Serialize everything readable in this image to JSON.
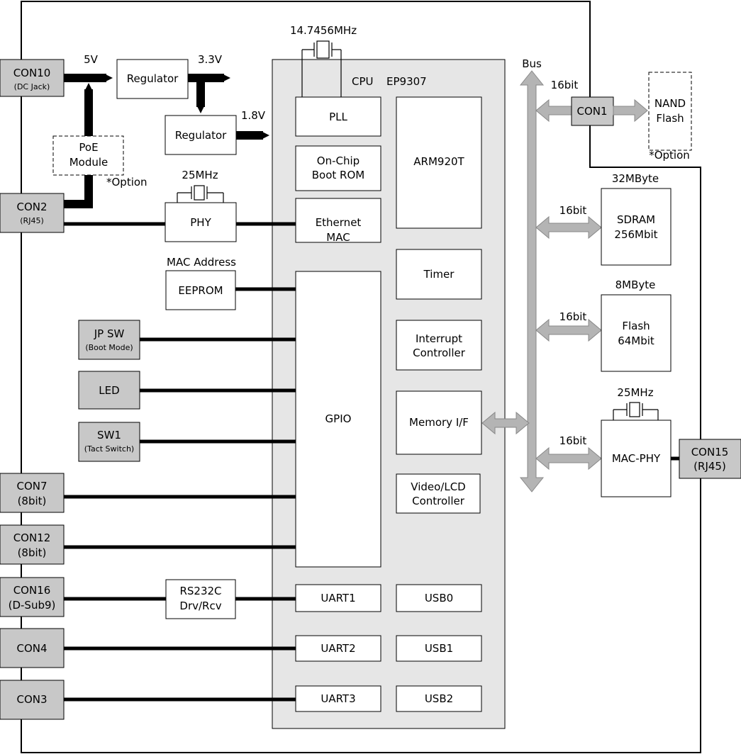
{
  "connectors": {
    "con10": {
      "name": "CON10",
      "sub": "(DC Jack)"
    },
    "con2": {
      "name": "CON2",
      "sub": "(RJ45)"
    },
    "con7": {
      "name": "CON7",
      "sub": "(8bit)"
    },
    "con12": {
      "name": "CON12",
      "sub": "(8bit)"
    },
    "con16": {
      "name": "CON16",
      "sub": "(D-Sub9)"
    },
    "con4": {
      "name": "CON4"
    },
    "con3": {
      "name": "CON3"
    },
    "con1": {
      "name": "CON1"
    },
    "con15": {
      "name": "CON15",
      "sub": "(RJ45)"
    }
  },
  "power": {
    "v5": "5V",
    "v33": "3.3V",
    "v18": "1.8V",
    "regulator1": "Regulator",
    "regulator2": "Regulator",
    "poe_line1": "PoE",
    "poe_line2": "Module",
    "poe_option": "*Option"
  },
  "phy": {
    "label": "PHY",
    "crystal": "25MHz"
  },
  "eeprom": {
    "label": "EEPROM",
    "caption": "MAC Address"
  },
  "jp_sw": {
    "name": "JP SW",
    "sub": "(Boot Mode)"
  },
  "led": {
    "name": "LED"
  },
  "sw1": {
    "name": "SW1",
    "sub": "(Tact Switch)"
  },
  "rs232c": {
    "line1": "RS232C",
    "line2": "Drv/Rcv"
  },
  "cpu": {
    "title": "CPU",
    "model": "EP9307",
    "crystal": "14.7456MHz",
    "pll": "PLL",
    "bootrom_line1": "On-Chip",
    "bootrom_line2": "Boot ROM",
    "ethmac_line1": "Ethernet",
    "ethmac_line2": "MAC",
    "gpio": "GPIO",
    "uart1": "UART1",
    "uart2": "UART2",
    "uart3": "UART3",
    "arm": "ARM920T",
    "timer": "Timer",
    "intc_line1": "Interrupt",
    "intc_line2": "Controller",
    "memif": "Memory I/F",
    "video_line1": "Video/LCD",
    "video_line2": "Controller",
    "usb0": "USB0",
    "usb1": "USB1",
    "usb2": "USB2"
  },
  "bus": {
    "label": "Bus"
  },
  "nand": {
    "line1": "NAND",
    "line2": "Flash",
    "option": "*Option",
    "width": "16bit"
  },
  "sdram": {
    "line1": "SDRAM",
    "line2": "256Mbit",
    "capacity": "32MByte",
    "width": "16bit"
  },
  "flash": {
    "line1": "Flash",
    "line2": "64Mbit",
    "capacity": "8MByte",
    "width": "16bit"
  },
  "macphy": {
    "label": "MAC-PHY",
    "crystal": "25MHz",
    "width": "16bit"
  },
  "colors": {
    "connector_fill": "#c8c8c8",
    "cpu_fill": "#e6e6e6",
    "bus_arrow": "#b4b4b4",
    "line": "#000000"
  }
}
